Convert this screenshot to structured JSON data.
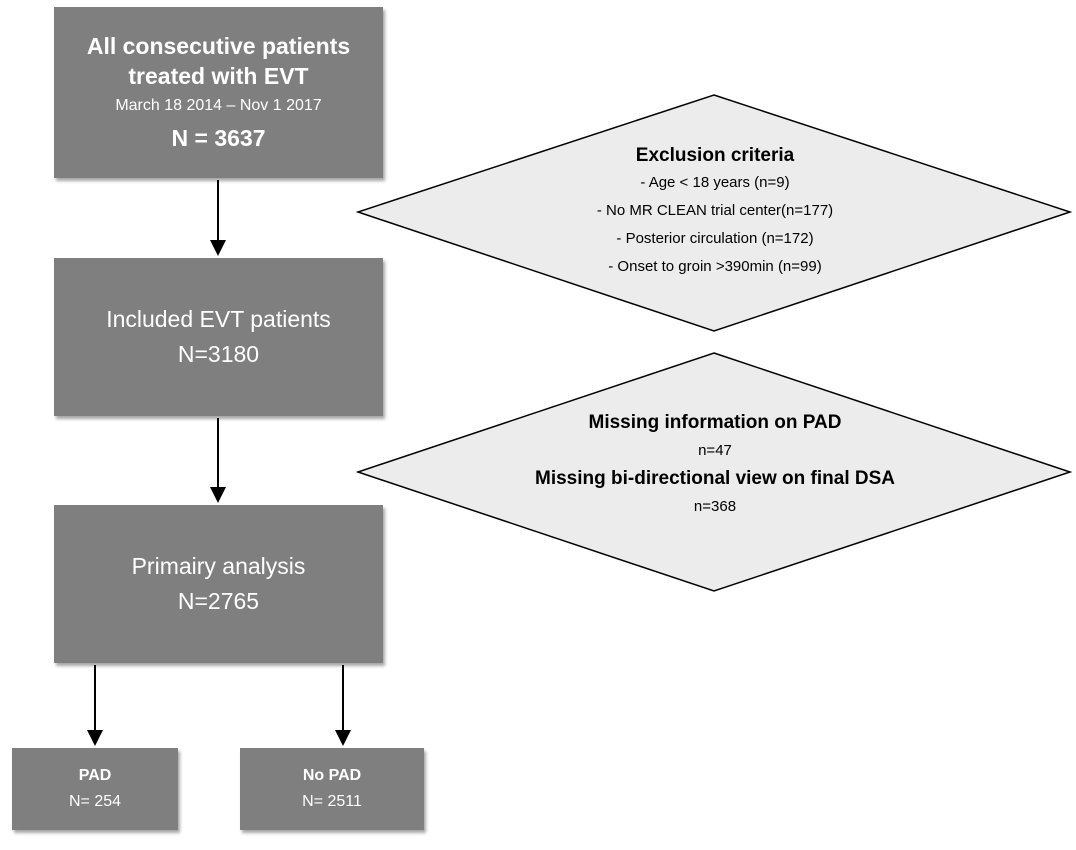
{
  "flowchart": {
    "all_patients": {
      "line1": "All consecutive patients",
      "line2": "treated with EVT",
      "dates": "March 18 2014 – Nov 1 2017",
      "count": "N = 3637"
    },
    "included": {
      "label": "Included EVT patients",
      "count": "N=3180"
    },
    "primary": {
      "label": "Primairy analysis",
      "count": "N=2765"
    },
    "pad": {
      "label": "PAD",
      "count": "N= 254"
    },
    "no_pad": {
      "label": "No PAD",
      "count": "N= 2511"
    },
    "exclusion": {
      "title": "Exclusion criteria",
      "items": [
        "- Age < 18 years (n=9)",
        "- No MR CLEAN trial center(n=177)",
        "- Posterior circulation (n=172)",
        "- Onset to groin >390min (n=99)"
      ]
    },
    "missing": {
      "pad_title": "Missing information on PAD",
      "pad_n": "n=47",
      "dsa_title": "Missing bi-directional view on final DSA",
      "dsa_n": "n=368"
    }
  },
  "colors": {
    "box_fill": "#7f7f7f",
    "box_text": "#ffffff",
    "diamond_fill": "#ececec",
    "line": "#000000"
  }
}
